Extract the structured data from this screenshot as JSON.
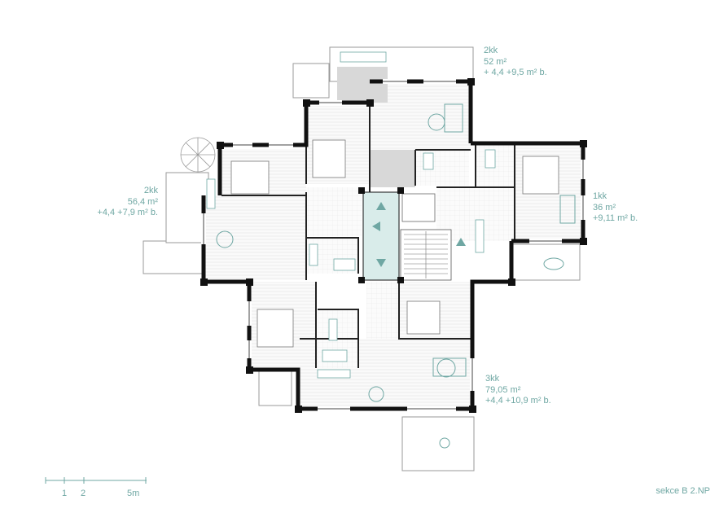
{
  "units": [
    {
      "id": "north",
      "type": "2kk",
      "area": "52 m²",
      "extra": "+ 4,4 +9,5 m² b."
    },
    {
      "id": "west",
      "type": "2kk",
      "area": "56,4 m²",
      "extra": "+4,4 +7,9 m² b."
    },
    {
      "id": "east",
      "type": "1kk",
      "area": "36 m²",
      "extra": "+9,11 m² b."
    },
    {
      "id": "south",
      "type": "3kk",
      "area": "79,05 m²",
      "extra": "+4,4 +10,9 m² b."
    }
  ],
  "scale": {
    "ticks": [
      "1",
      "2",
      "5m"
    ]
  },
  "section": "sekce B 2.NP",
  "colors": {
    "accent": "#6fa7a3",
    "core": "#d9ecea",
    "wall": "#111111",
    "gray_room": "#d8d8d8"
  }
}
